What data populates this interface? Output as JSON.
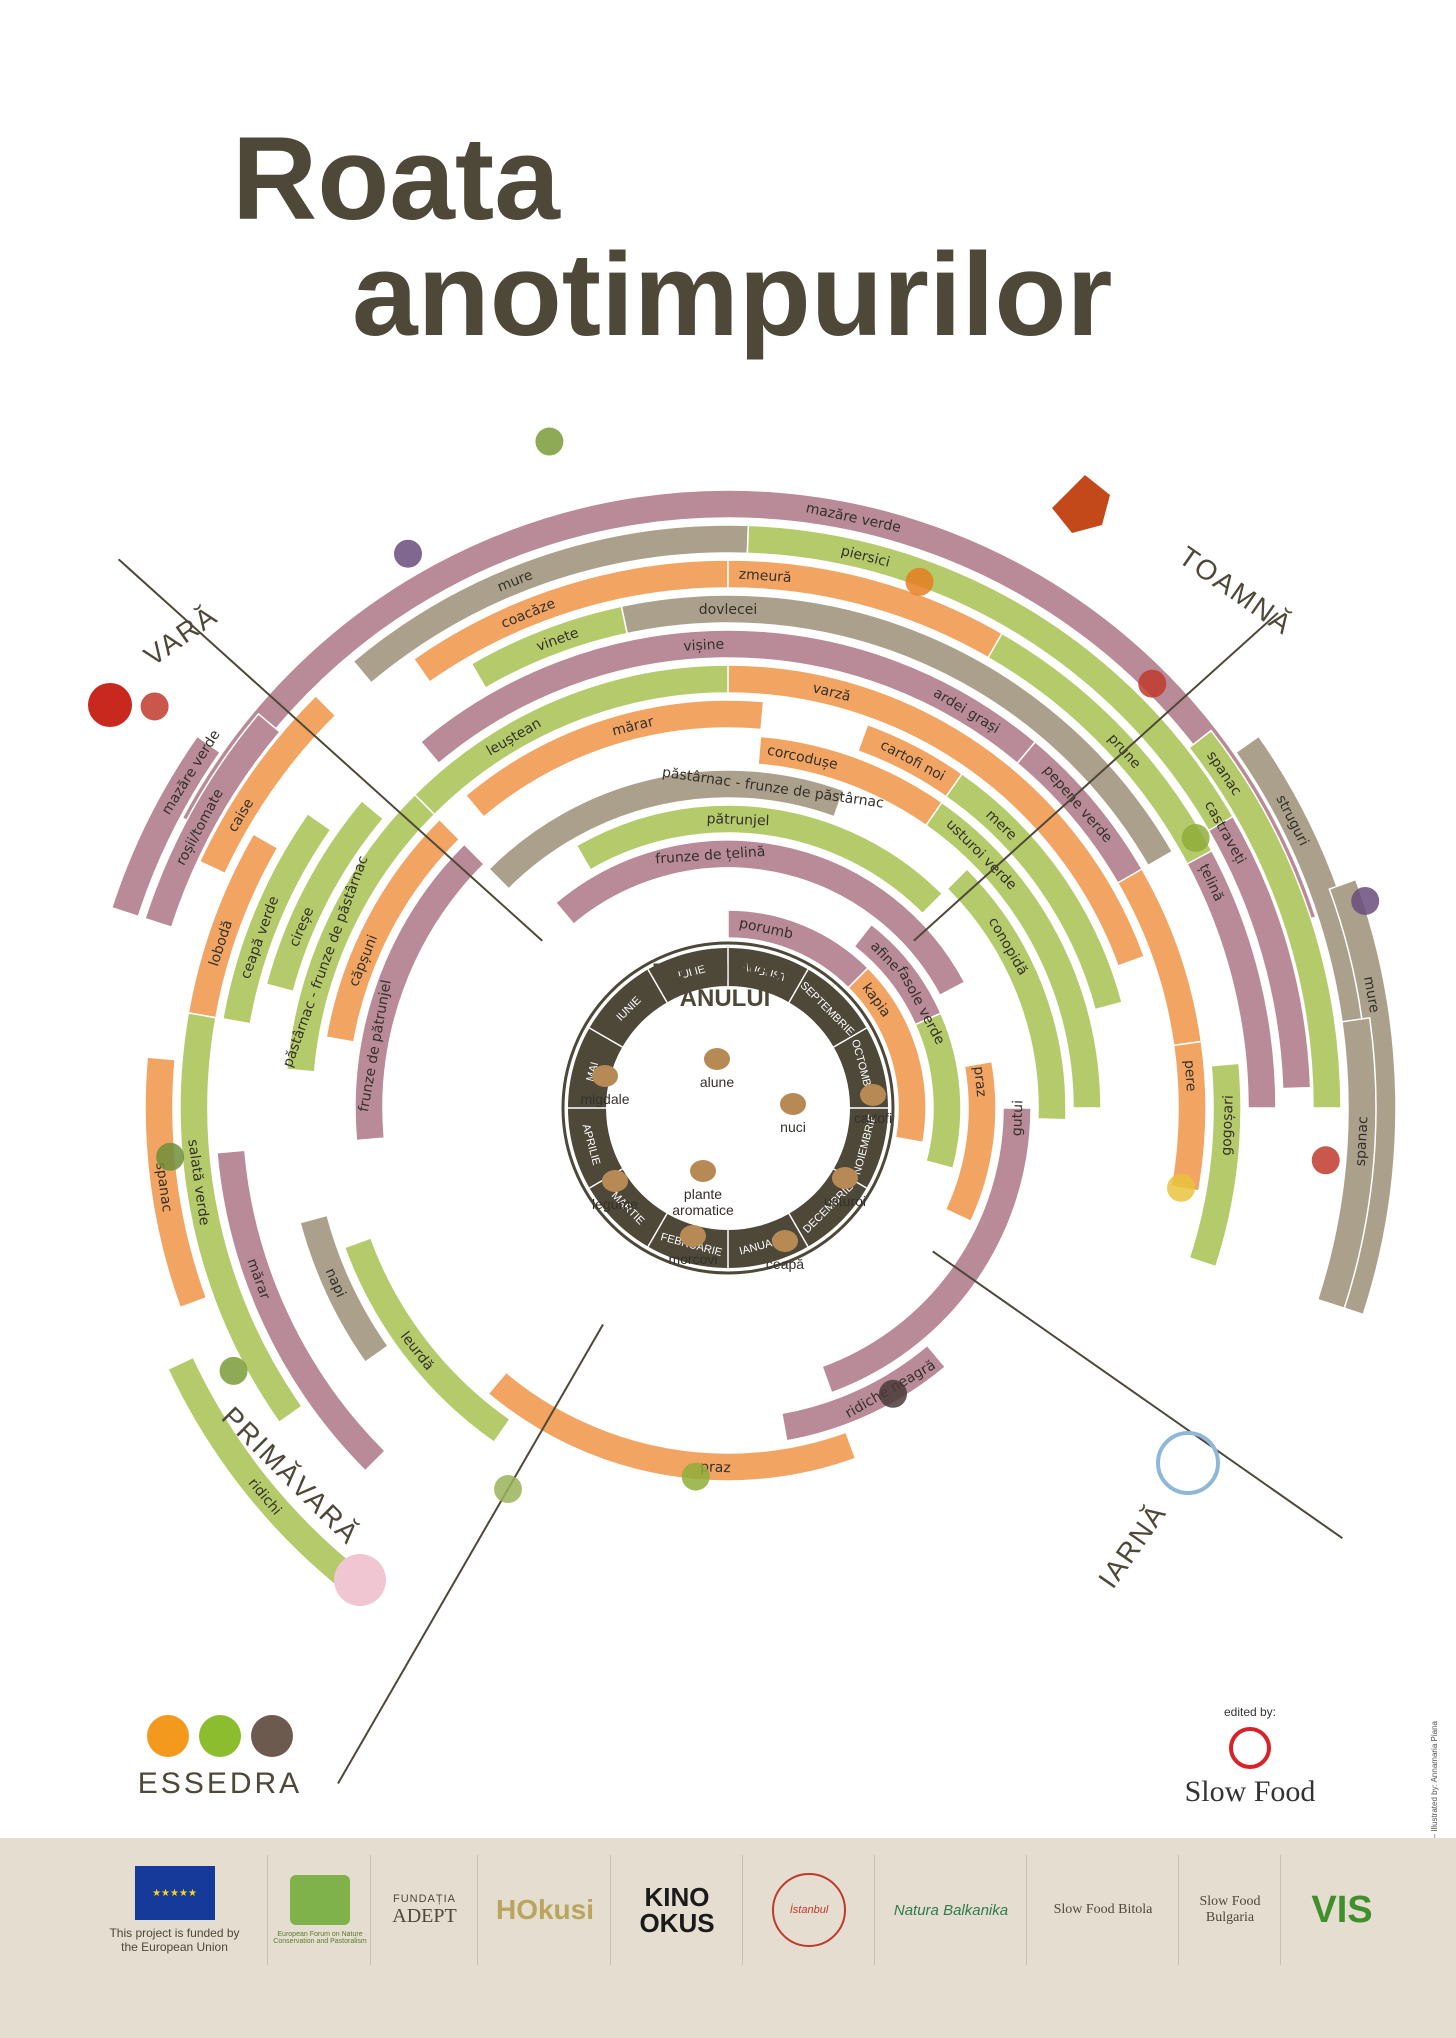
{
  "title": {
    "line1": "Roata",
    "line2": "anotimpurilor"
  },
  "seasons": {
    "summer": "VARĂ",
    "autumn": "TOAMNĂ",
    "winter": "IARNĂ",
    "spring": "PRIMĂVARĂ"
  },
  "center": {
    "line1": "TOT TIMPUL",
    "line2": "ANULUI"
  },
  "all_year": [
    "migdale",
    "alune",
    "nuci",
    "cartofi",
    "legume",
    "plante aromatice",
    "usturoi",
    "morcovi",
    "ceapă"
  ],
  "months": [
    "IANUARIE",
    "FEBRUARIE",
    "MARTIE",
    "APRILIE",
    "MAI",
    "IUNIE",
    "IULIE",
    "AUGUST",
    "SEPTEMBRIE",
    "OCTOMBRIE",
    "NOIEMBRIE",
    "DECEMBRIE"
  ],
  "colors": {
    "mauve": "#b98a97",
    "taupe": "#aba08b",
    "orange": "#f2a463",
    "green": "#b5cb6b",
    "dark": "#4e4839",
    "text": "#33302a"
  },
  "bands": [
    {
      "label": "mazăre verde",
      "color": "mauve"
    },
    {
      "label": "mure",
      "color": "taupe"
    },
    {
      "label": "piersici",
      "color": "green"
    },
    {
      "label": "coacăze",
      "color": "orange"
    },
    {
      "label": "zmeură",
      "color": "orange"
    },
    {
      "label": "prune",
      "color": "green"
    },
    {
      "label": "dovlecei",
      "color": "taupe"
    },
    {
      "label": "vinete",
      "color": "green"
    },
    {
      "label": "vișine",
      "color": "mauve"
    },
    {
      "label": "ardei grași",
      "color": "mauve"
    },
    {
      "label": "pepene verde",
      "color": "orange"
    },
    {
      "label": "varză",
      "color": "orange"
    },
    {
      "label": "cartofi noi",
      "color": "orange"
    },
    {
      "label": "mere",
      "color": "green"
    },
    {
      "label": "struguri",
      "color": "taupe"
    },
    {
      "label": "spanac",
      "color": "green"
    },
    {
      "label": "castraveți",
      "color": "mauve"
    },
    {
      "label": "țelină",
      "color": "mauve"
    },
    {
      "label": "leuștean",
      "color": "green"
    },
    {
      "label": "mărar",
      "color": "orange"
    },
    {
      "label": "corcodușe",
      "color": "orange"
    },
    {
      "label": "usturoi verde",
      "color": "green"
    },
    {
      "label": "conopidă",
      "color": "green"
    },
    {
      "label": "păstârnac - frunze de păstârnac",
      "color": "taupe"
    },
    {
      "label": "pătrunjel",
      "color": "green"
    },
    {
      "label": "frunze de țelină",
      "color": "mauve"
    },
    {
      "label": "afine",
      "color": "mauve"
    },
    {
      "label": "porumb",
      "color": "mauve"
    },
    {
      "label": "fasole verde",
      "color": "green"
    },
    {
      "label": "kapia",
      "color": "orange"
    },
    {
      "label": "praz",
      "color": "orange"
    },
    {
      "label": "gutui",
      "color": "mauve"
    },
    {
      "label": "pere",
      "color": "orange"
    },
    {
      "label": "gogoșari",
      "color": "green"
    },
    {
      "label": "mure",
      "color": "taupe"
    },
    {
      "label": "spanac",
      "color": "taupe"
    },
    {
      "label": "mazăre verde",
      "color": "mauve"
    },
    {
      "label": "roșii/tomate",
      "color": "mauve"
    },
    {
      "label": "caise",
      "color": "orange"
    },
    {
      "label": "lobodă",
      "color": "orange"
    },
    {
      "label": "ceapă verde",
      "color": "green"
    },
    {
      "label": "cireșe",
      "color": "green"
    },
    {
      "label": "păstârnac - frunze de păstârnac",
      "color": "green"
    },
    {
      "label": "căpșuni",
      "color": "orange"
    },
    {
      "label": "frunze de pătrunjel",
      "color": "mauve"
    },
    {
      "label": "spanac",
      "color": "orange"
    },
    {
      "label": "salată verde",
      "color": "green"
    },
    {
      "label": "mărar",
      "color": "mauve"
    },
    {
      "label": "napi",
      "color": "taupe"
    },
    {
      "label": "leurdă",
      "color": "green"
    },
    {
      "label": "ridichi",
      "color": "green"
    },
    {
      "label": "praz",
      "color": "orange"
    },
    {
      "label": "ridiche neagră",
      "color": "mauve"
    }
  ],
  "edited_by": "edited by:",
  "slow_food": "Slow Food",
  "essedra": "ESSEDRA",
  "credit": "16 RUM – Illustrated by: Annamaria Piana",
  "footer": {
    "eu": "This project is funded by the European Union",
    "efncp": "European Forum on Nature Conservation and Pastoralism",
    "adept1": "FUNDAȚIA",
    "adept2": "ADEPT",
    "hokusi": "HOkusi",
    "kino": "KINO OKUS",
    "istanbul": "İstanbul",
    "natura": "Natura Balkanika",
    "bitola": "Slow Food Bitola",
    "bulgaria": "Slow Food Bulgaria",
    "vis": "VIS"
  }
}
